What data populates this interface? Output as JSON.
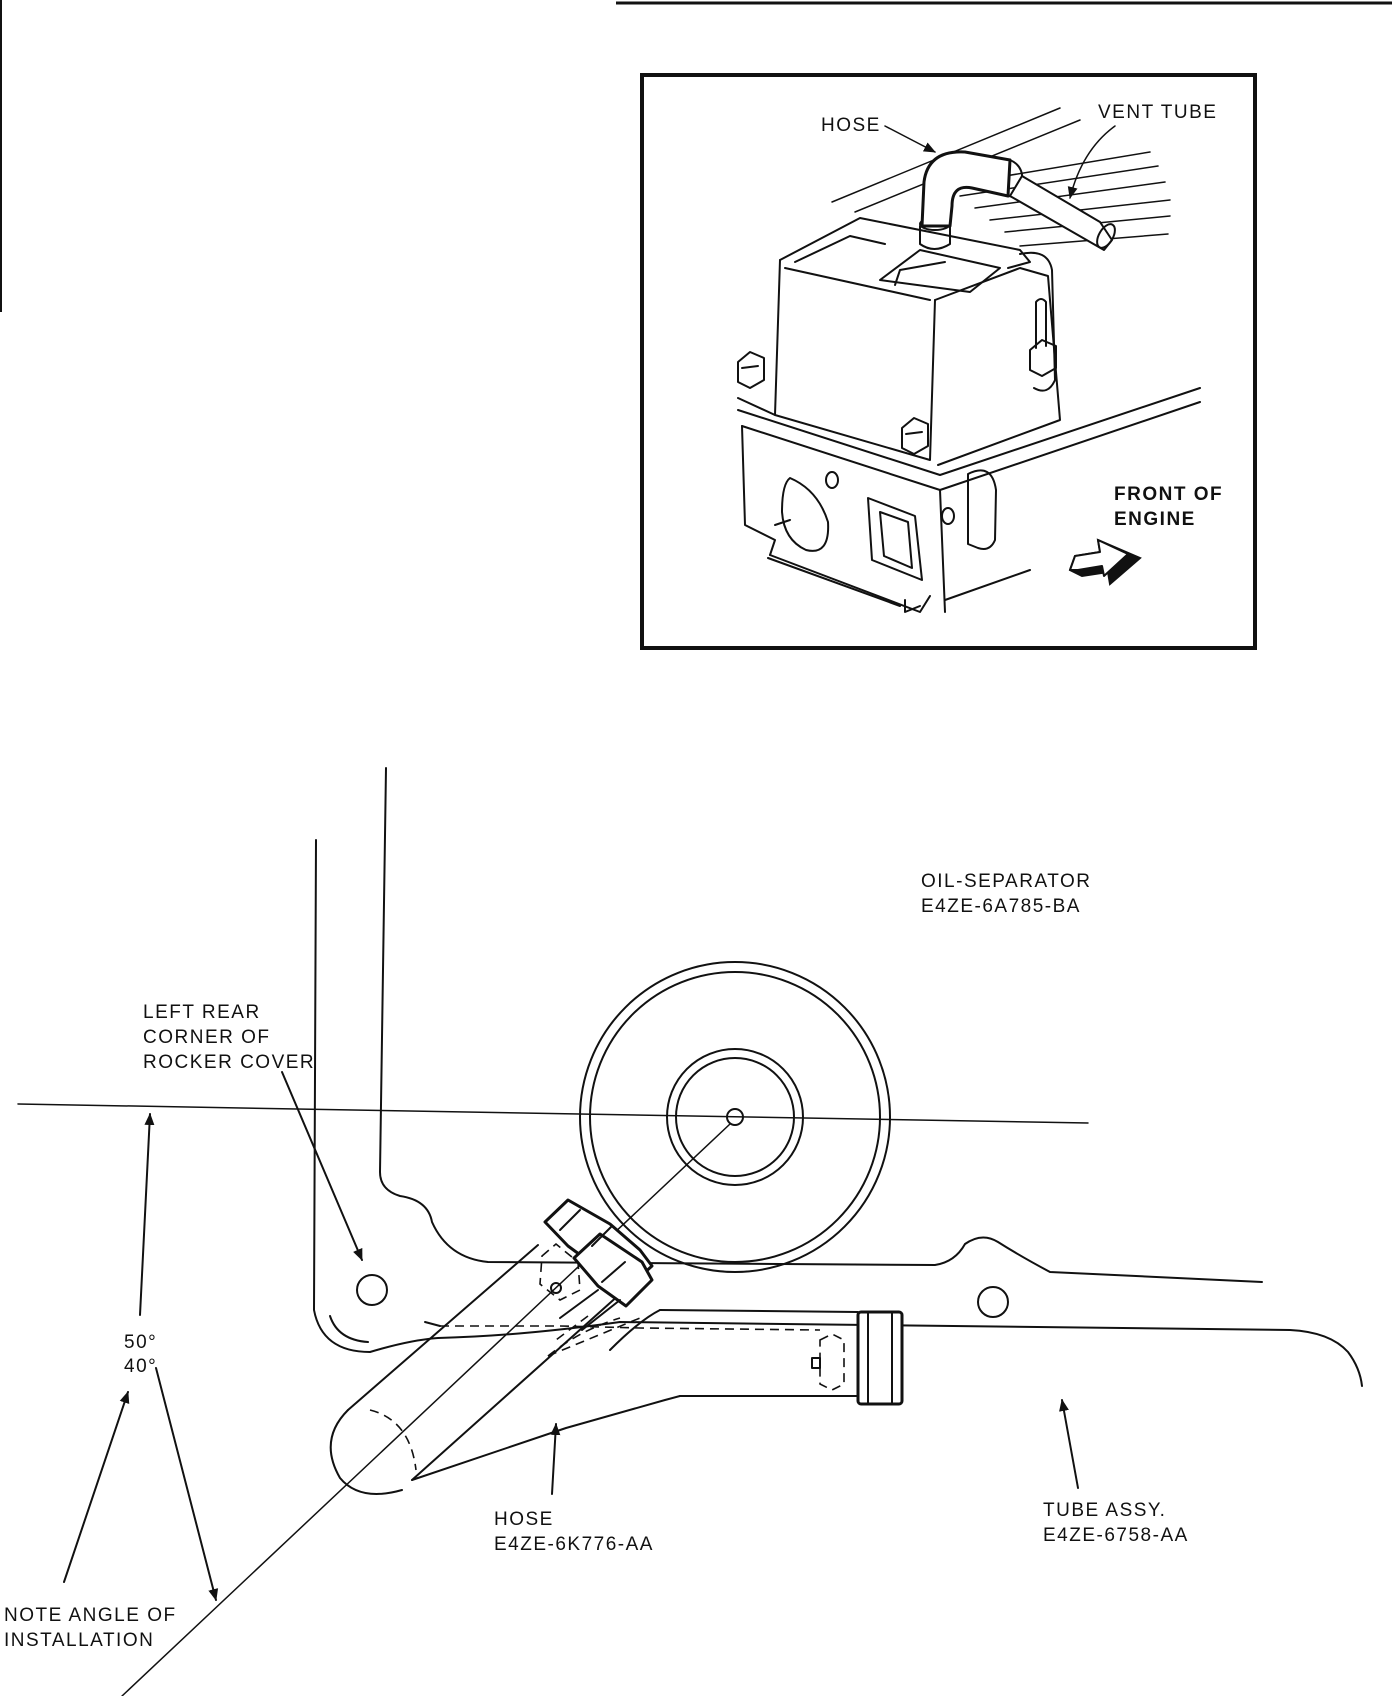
{
  "inset": {
    "labels": {
      "hose": "HOSE",
      "vent_tube": "VENT TUBE",
      "front_of_engine_line1": "FRONT OF",
      "front_of_engine_line2": "ENGINE"
    }
  },
  "main": {
    "labels": {
      "oil_separator_line1": "OIL-SEPARATOR",
      "oil_separator_line2": "E4ZE-6A785-BA",
      "left_rear_line1": "LEFT REAR",
      "left_rear_line2": "CORNER OF",
      "left_rear_line3": "ROCKER COVER",
      "angle_50": "50°",
      "angle_40": "40°",
      "hose_line1": "HOSE",
      "hose_line2": "E4ZE-6K776-AA",
      "tube_line1": "TUBE ASSY.",
      "tube_line2": "E4ZE-6758-AA",
      "note_line1": "NOTE ANGLE OF",
      "note_line2": "INSTALLATION"
    }
  }
}
